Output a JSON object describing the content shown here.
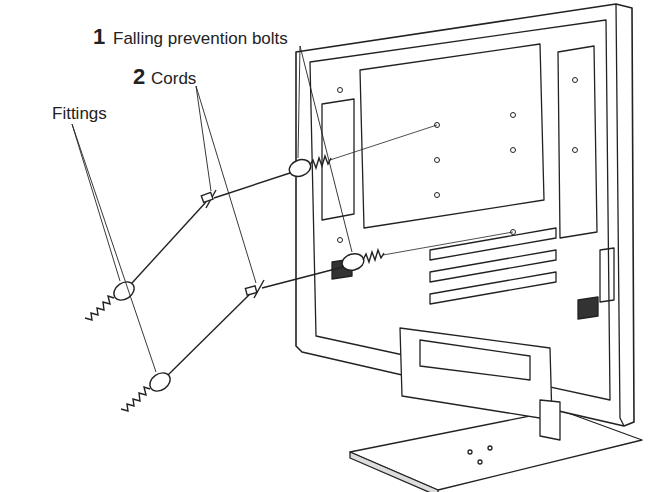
{
  "diagram": {
    "labels": [
      "1",
      "Falling prevention bolts",
      "2",
      "Cords",
      "Fittings"
    ]
  }
}
